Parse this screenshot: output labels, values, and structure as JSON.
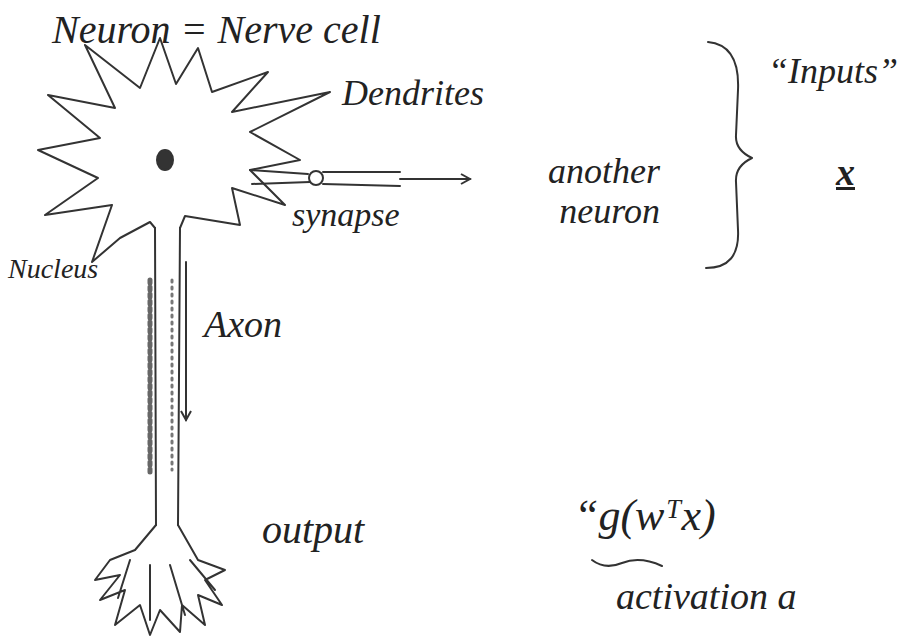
{
  "diagram": {
    "title": "Neuron = Nerve cell",
    "labels": [
      "Dendrites",
      "“Inputs”",
      "x",
      "synapse",
      "another neuron",
      "Nucleus",
      "Axon",
      "output",
      "“g(wᵀx)",
      "activation a"
    ]
  }
}
